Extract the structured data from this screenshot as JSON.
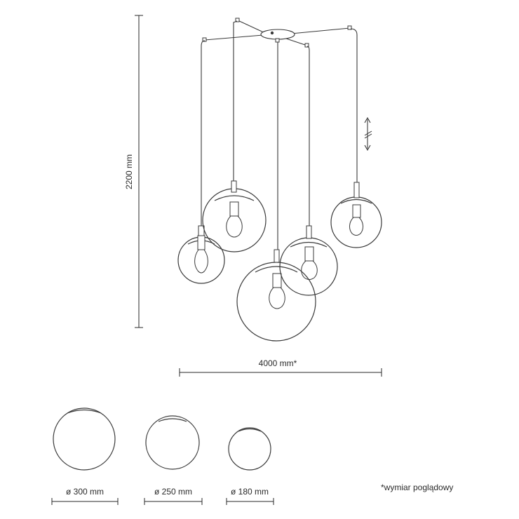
{
  "dimensions": {
    "height_label": "2200 mm",
    "width_label": "4000 mm*"
  },
  "globes": [
    {
      "label": "ø 300 mm"
    },
    {
      "label": "ø 250 mm"
    },
    {
      "label": "ø 180 mm"
    }
  ],
  "footnote": "*wymiar poglądowy",
  "colors": {
    "line": "#2a2a2a",
    "background": "#ffffff"
  }
}
